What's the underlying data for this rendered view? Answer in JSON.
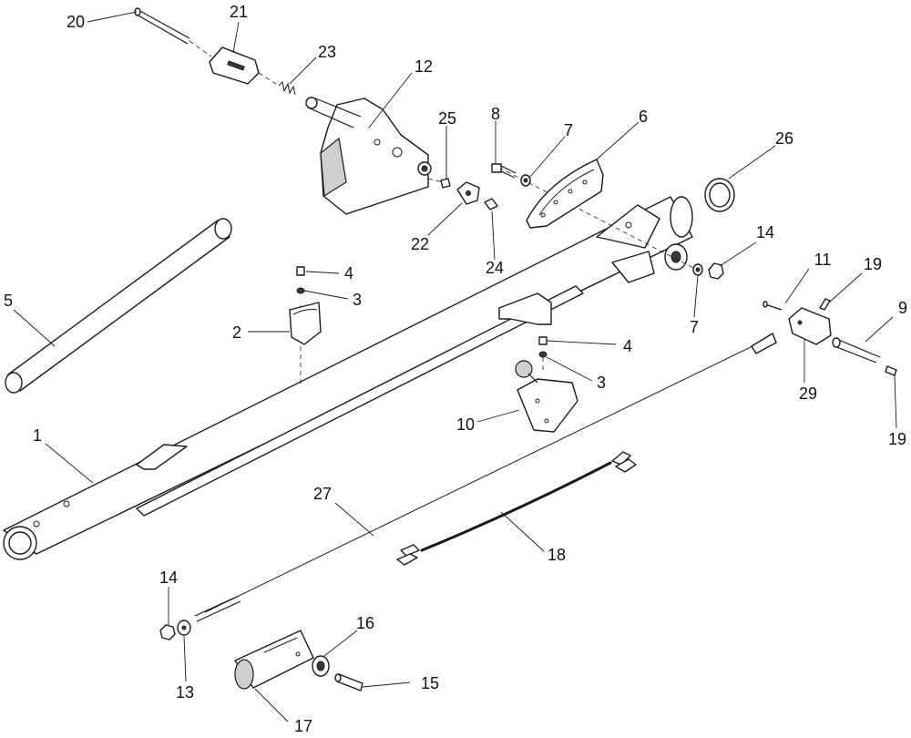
{
  "callouts": [
    "20",
    "21",
    "23",
    "12",
    "25",
    "8",
    "7",
    "6",
    "26",
    "22",
    "24",
    "14",
    "4",
    "3",
    "2",
    "5",
    "7",
    "11",
    "19",
    "9",
    "4",
    "3",
    "10",
    "29",
    "19",
    "1",
    "27",
    "18",
    "14",
    "16",
    "13",
    "15",
    "17"
  ],
  "style": {
    "ink": "#1a1a1a",
    "shade": "#cfcfcf",
    "background": "#ffffff"
  }
}
